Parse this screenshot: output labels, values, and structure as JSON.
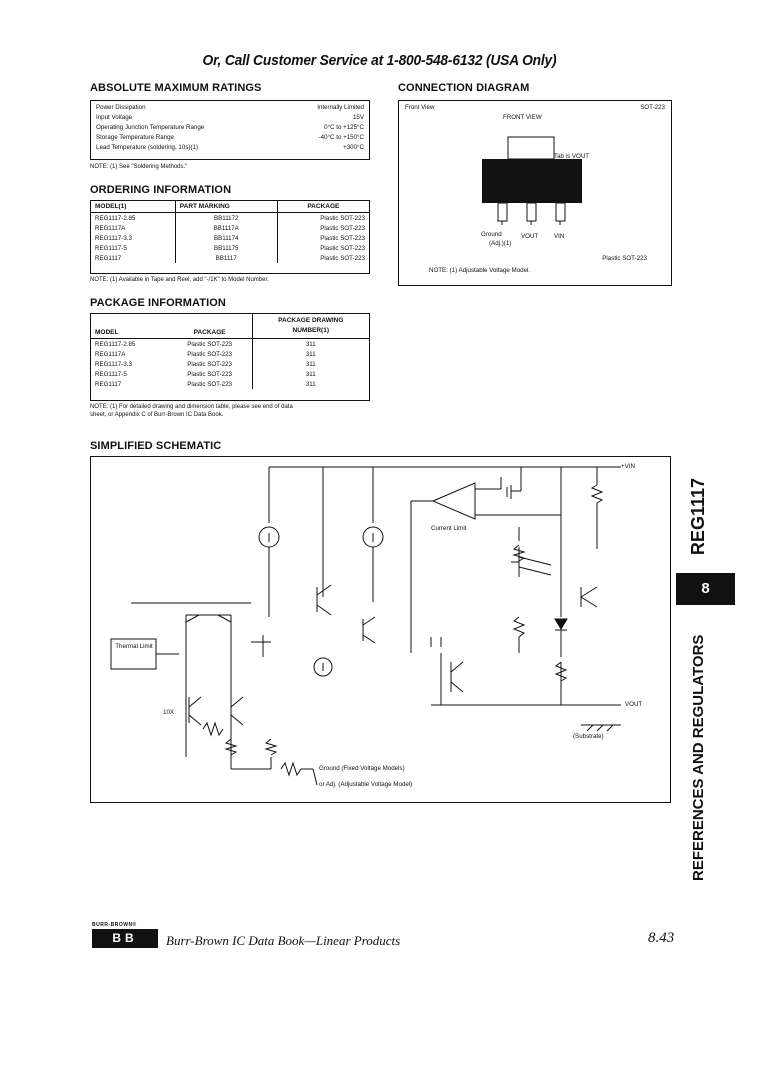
{
  "banner": "Or, Call Customer Service at 1-800-548-6132 (USA Only)",
  "abs_max": {
    "heading": "ABSOLUTE MAXIMUM RATINGS",
    "rows": [
      {
        "label": "Power Dissipation",
        "value": "Internally Limited"
      },
      {
        "label": "Input Voltage",
        "value": "15V"
      },
      {
        "label": "Operating Junction Temperature Range",
        "value": "0°C to +125°C"
      },
      {
        "label": "Storage Temperature Range",
        "value": "-40°C to +150°C"
      },
      {
        "label": "Lead Temperature (soldering, 10s)(1)",
        "value": "+300°C"
      }
    ],
    "note": "NOTE: (1) See \"Soldering Methods.\""
  },
  "ordering": {
    "heading": "ORDERING INFORMATION",
    "headers": [
      "MODEL(1)",
      "PART MARKING",
      "PACKAGE"
    ],
    "rows": [
      [
        "REG1117-2.85",
        "BB11172",
        "Plastic SOT-223"
      ],
      [
        "REG1117A",
        "BB1117A",
        "Plastic SOT-223"
      ],
      [
        "REG1117-3.3",
        "BB11174",
        "Plastic SOT-223"
      ],
      [
        "REG1117-5",
        "BB11175",
        "Plastic SOT-223"
      ],
      [
        "REG1117",
        "BB1117",
        "Plastic SOT-223"
      ]
    ],
    "note": "NOTE: (1) Available in Tape and Reel, add \"-/1K\" to Model Number."
  },
  "package_info": {
    "heading": "PACKAGE INFORMATION",
    "headers": [
      "MODEL",
      "PACKAGE",
      "PACKAGE DRAWING",
      "NUMBER(1)"
    ],
    "rows": [
      [
        "REG1117-2.85",
        "Plastic SOT-223",
        "311"
      ],
      [
        "REG1117A",
        "Plastic SOT-223",
        "311"
      ],
      [
        "REG1117-3.3",
        "Plastic SOT-223",
        "311"
      ],
      [
        "REG1117-5",
        "Plastic SOT-223",
        "311"
      ],
      [
        "REG1117",
        "Plastic SOT-223",
        "311"
      ]
    ],
    "note_line1": "NOTE: (1) For detailed drawing and dimension table, please see end of data",
    "note_line2": "sheet, or Appendix C of Burr-Brown IC Data Book."
  },
  "connection": {
    "heading": "CONNECTION DIAGRAM",
    "front_view": "Front View",
    "package": "SOT-223",
    "front_view_caps": "FRONT VIEW",
    "tab": "Tab is VOUT",
    "ground": "Ground",
    "adj": "(Adj.)(1)",
    "vout": "VOUT",
    "vin": "VIN",
    "pkg_label": "Plastic SOT-223",
    "note": "NOTE: (1) Adjustable Voltage Model."
  },
  "schematic": {
    "heading": "SIMPLIFIED SCHEMATIC",
    "vin": "+VIN",
    "vout": "VOUT",
    "current_limit": "Current Limit",
    "thermal_limit": "Thermal Limit",
    "substrate": "(Substrate)",
    "ground_fixed": "Ground (Fixed Voltage Models)",
    "adj_label": "or Adj. (Adjustable Voltage Model)",
    "multiplier": "10X"
  },
  "sidebar": {
    "part": "REG1117",
    "section_num": "8",
    "section": "REFERENCES AND REGULATORS"
  },
  "footer": {
    "logo_top": "BURR-BROWN®",
    "logo": "BB",
    "title": "Burr-Brown IC Data Book—Linear Products",
    "page": "8.43"
  }
}
